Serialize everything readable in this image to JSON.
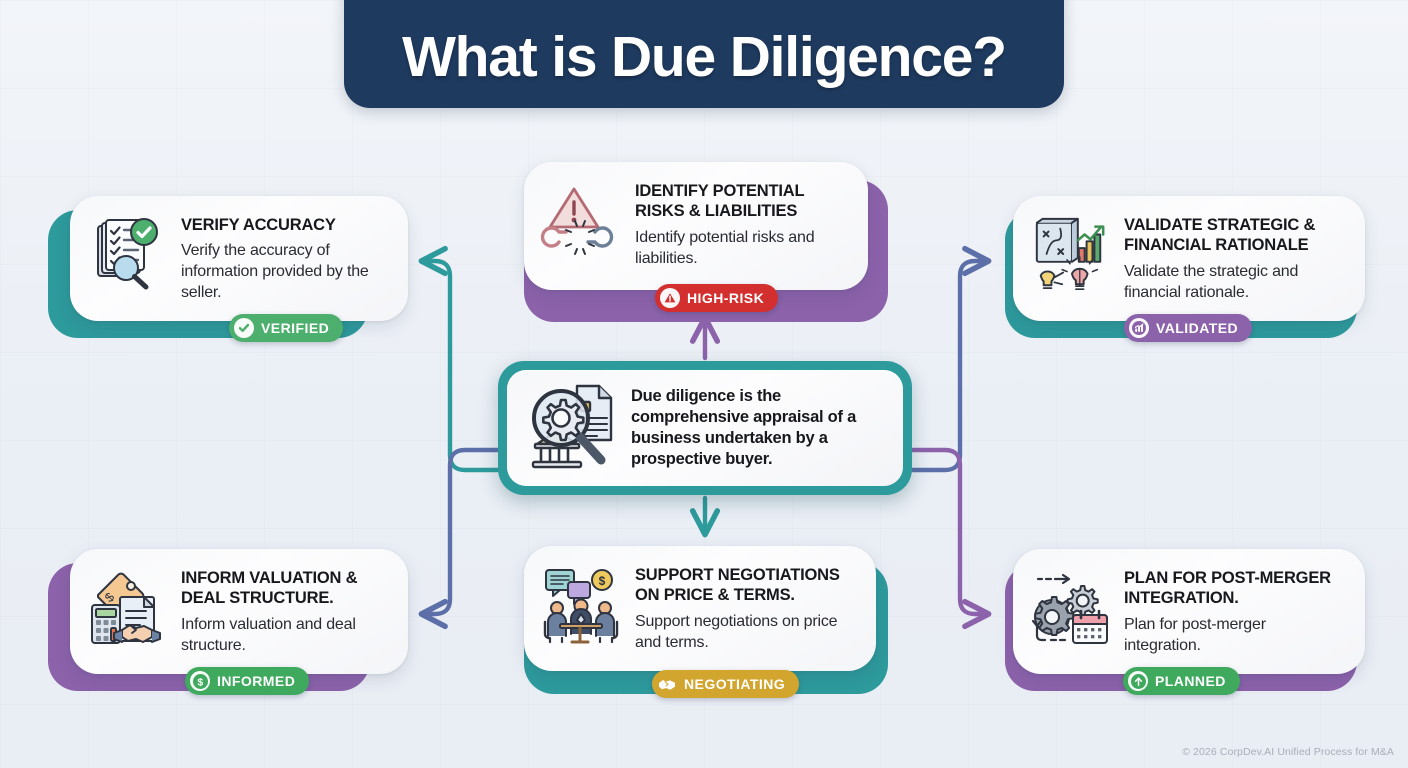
{
  "header": {
    "title": "What is Due Diligence?",
    "banner_color": "#1e3a5f"
  },
  "center": {
    "text": "Due diligence is the comprehensive appraisal of a business undertaken by a prospective buyer.",
    "icon": "magnifier-gear-document-bank-icon",
    "accent_color": "#2d9a9c"
  },
  "cards": [
    {
      "id": "verify-accuracy",
      "title": "VERIFY ACCURACY",
      "body": "Verify the accuracy of information provided by the seller.",
      "icon": "checklist-magnifier-icon",
      "accent_color": "#2d9a9c",
      "badge": {
        "label": "VERIFIED",
        "color": "#4caf6d",
        "icon": "check-circle-icon"
      }
    },
    {
      "id": "identify-risks",
      "title": "IDENTIFY POTENTIAL RISKS & LIABILITIES",
      "body": "Identify potential risks and liabilities.",
      "icon": "warning-broken-chain-icon",
      "accent_color": "#8c62ab",
      "badge": {
        "label": "HIGH-RISK",
        "color": "#d32f2f",
        "icon": "warning-triangle-icon"
      }
    },
    {
      "id": "validate-rationale",
      "title": "VALIDATE STRATEGIC & FINANCIAL RATIONALE",
      "body": "Validate the strategic and financial rationale.",
      "icon": "strategy-chart-bulb-icon",
      "accent_color": "#2d9a9c",
      "badge": {
        "label": "VALIDATED",
        "color": "#8c62ab",
        "icon": "bar-chart-icon"
      }
    },
    {
      "id": "inform-valuation",
      "title": "INFORM VALUATION & DEAL STRUCTURE.",
      "body": "Inform valuation and deal structure.",
      "icon": "pricetag-calculator-handshake-icon",
      "accent_color": "#8c62ab",
      "badge": {
        "label": "INFORMED",
        "color": "#3faa5e",
        "icon": "dollar-circle-icon"
      }
    },
    {
      "id": "support-negotiations",
      "title": "SUPPORT NEGOTIATIONS ON PRICE & TERMS.",
      "body": "Support negotiations on price and terms.",
      "icon": "negotiation-table-icon",
      "accent_color": "#2d9a9c",
      "badge": {
        "label": "NEGOTIATING",
        "color": "#d1a52e",
        "icon": "handshake-icon"
      }
    },
    {
      "id": "post-merger-integration",
      "title": "PLAN FOR POST-MERGER INTEGRATION.",
      "body": "Plan for post-merger integration.",
      "icon": "gears-calendar-cycle-icon",
      "accent_color": "#8c62ab",
      "badge": {
        "label": "PLANNED",
        "color": "#3faa5e",
        "icon": "arrow-up-circle-icon"
      }
    }
  ],
  "connectors": [
    {
      "from": "center",
      "to": "verify-accuracy",
      "color": "#2d9a9c",
      "direction": "up-left"
    },
    {
      "from": "center",
      "to": "identify-risks",
      "color": "#8c62ab",
      "direction": "up"
    },
    {
      "from": "center",
      "to": "validate-rationale",
      "color": "#5c6fa8",
      "direction": "up-right"
    },
    {
      "from": "center",
      "to": "inform-valuation",
      "color": "#5c6fa8",
      "direction": "down-left"
    },
    {
      "from": "center",
      "to": "support-negotiations",
      "color": "#2d9a9c",
      "direction": "down"
    },
    {
      "from": "center",
      "to": "post-merger-integration",
      "color": "#8c62ab",
      "direction": "down-right"
    }
  ],
  "footer": {
    "text": "© 2026 CorpDev.AI Unified Process for M&A"
  }
}
